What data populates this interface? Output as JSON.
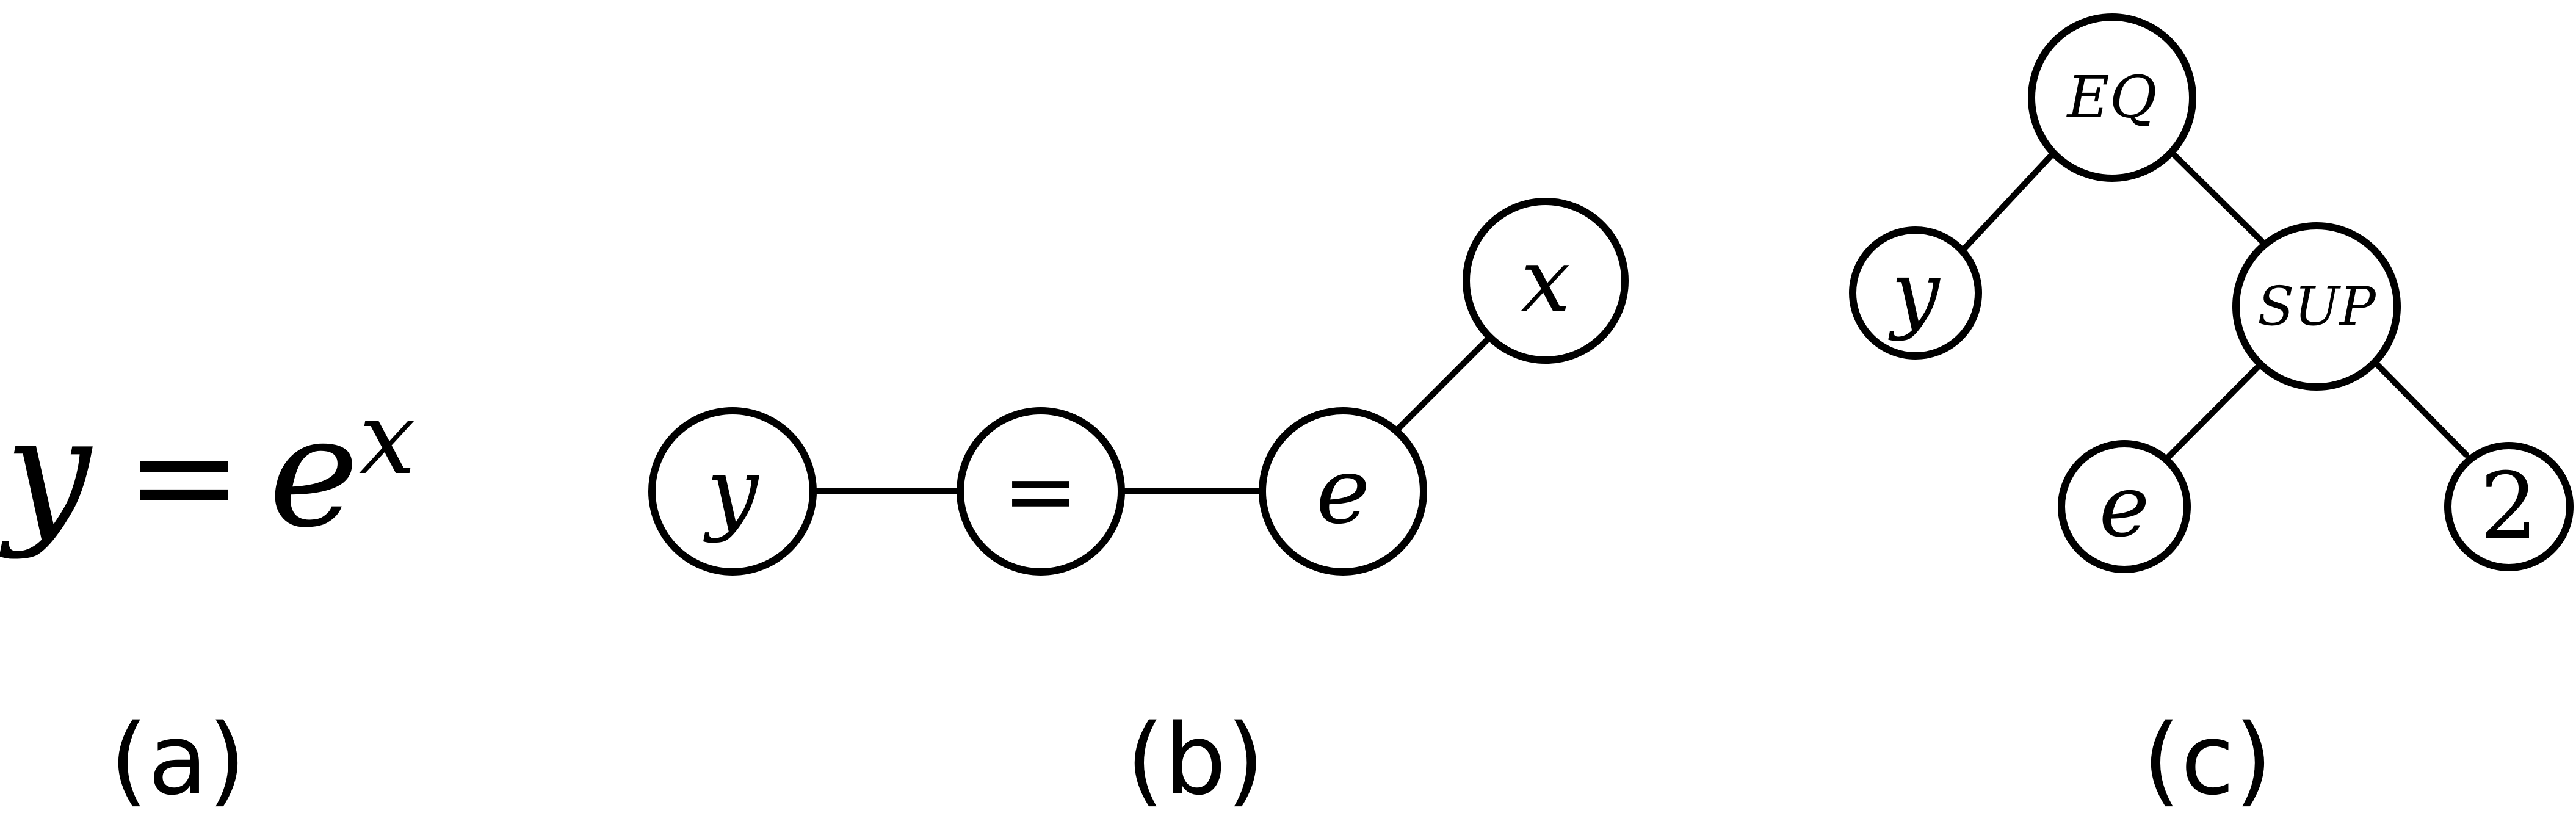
{
  "panel_a": {
    "lhs": "y",
    "eq": "=",
    "base": "e",
    "exponent": "x",
    "caption": "(a)"
  },
  "panel_b": {
    "nodes": [
      "y",
      "=",
      "e",
      "x"
    ],
    "caption": "(b)"
  },
  "panel_c": {
    "nodes": [
      "EQ",
      "y",
      "SUP",
      "e",
      "2"
    ],
    "caption": "(c)"
  }
}
